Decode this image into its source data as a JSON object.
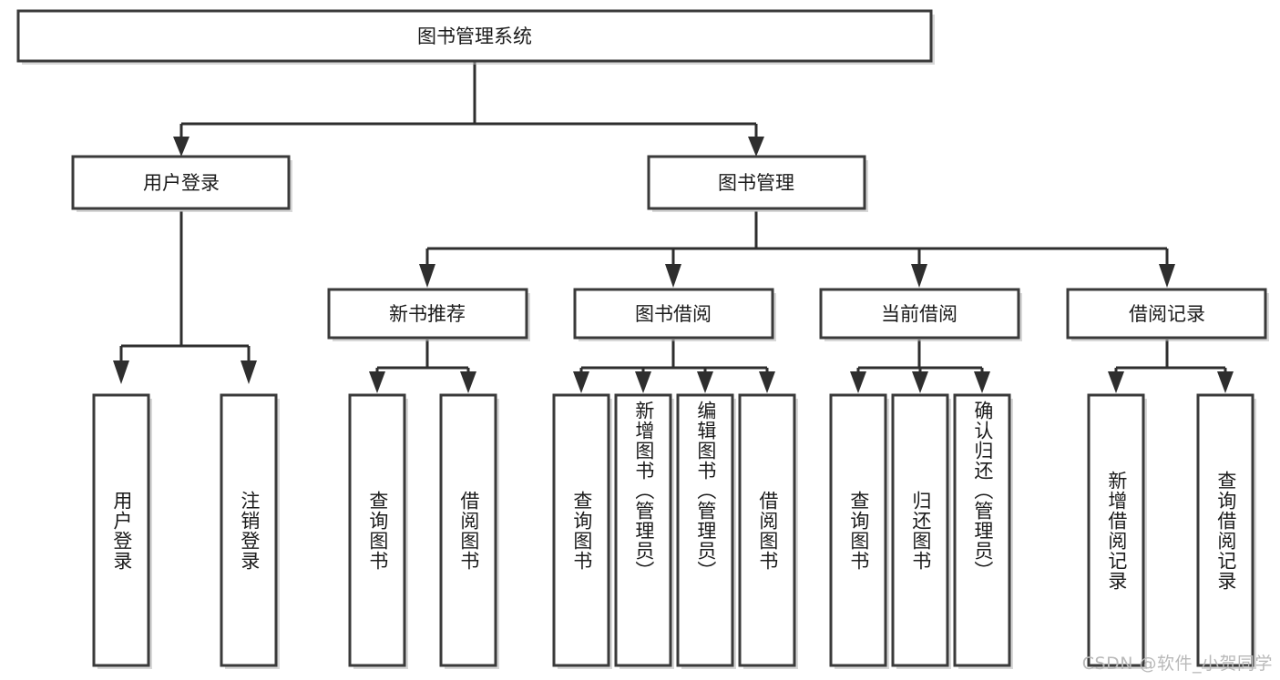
{
  "diagram": {
    "title": "图书管理系统",
    "type": "tree-hierarchy",
    "watermark": "CSDN @软件_小贺同学",
    "root": {
      "label": "图书管理系统"
    },
    "level2": [
      {
        "label": "用户登录"
      },
      {
        "label": "图书管理"
      }
    ],
    "level3": [
      {
        "label": "新书推荐"
      },
      {
        "label": "图书借阅"
      },
      {
        "label": "当前借阅"
      },
      {
        "label": "借阅记录"
      }
    ],
    "leaves": {
      "user_login": [
        {
          "label": "用户登录"
        },
        {
          "label": "注销登录"
        }
      ],
      "new_book_recommend": [
        {
          "label": "查询图书"
        },
        {
          "label": "借阅图书"
        }
      ],
      "book_borrow": [
        {
          "label": "查询图书"
        },
        {
          "label": "新增图书（管理员）"
        },
        {
          "label": "编辑图书（管理员）"
        },
        {
          "label": "借阅图书"
        }
      ],
      "current_borrow": [
        {
          "label": "查询图书"
        },
        {
          "label": "归还图书"
        },
        {
          "label": "确认归还（管理员）"
        }
      ],
      "borrow_record": [
        {
          "label": "新增借阅记录"
        },
        {
          "label": "查询借阅记录"
        }
      ]
    }
  },
  "colors": {
    "box_stroke": "#3a3a3a",
    "connector": "#2e2e2e",
    "text": "#1b1b1b",
    "background": "#ffffff",
    "watermark": "#b9b9b9"
  }
}
